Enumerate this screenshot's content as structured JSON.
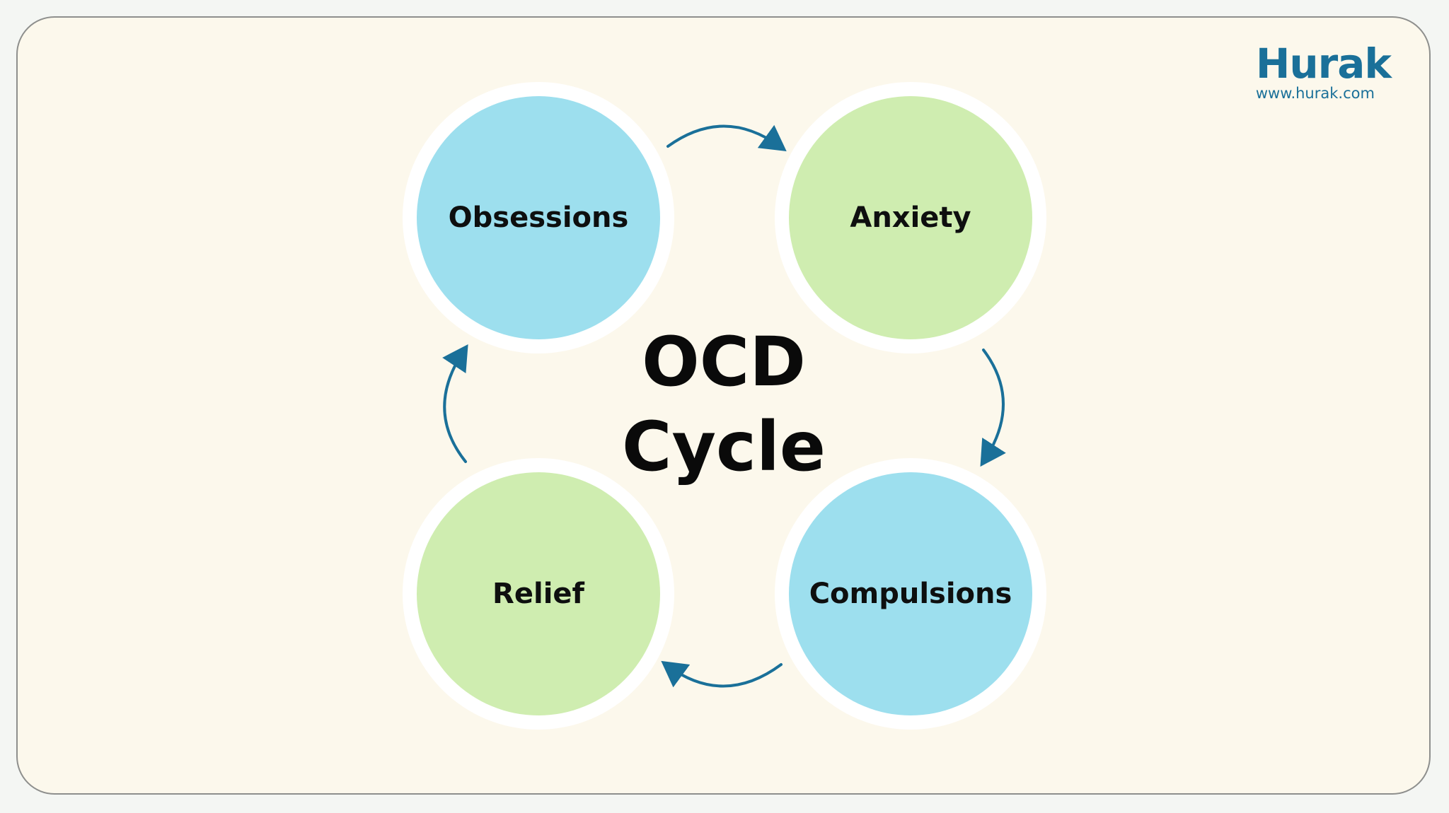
{
  "brand": {
    "name": "Hurak",
    "url": "www.hurak.com",
    "color": "#1a7099"
  },
  "diagram": {
    "title_line1": "OCD",
    "title_line2": "Cycle",
    "nodes": [
      {
        "label": "Obsessions",
        "color": "#9ddfee"
      },
      {
        "label": "Anxiety",
        "color": "#cfedb0"
      },
      {
        "label": "Compulsions",
        "color": "#9ddfee"
      },
      {
        "label": "Relief",
        "color": "#cfedb0"
      }
    ],
    "arrow_color": "#1a7099"
  }
}
